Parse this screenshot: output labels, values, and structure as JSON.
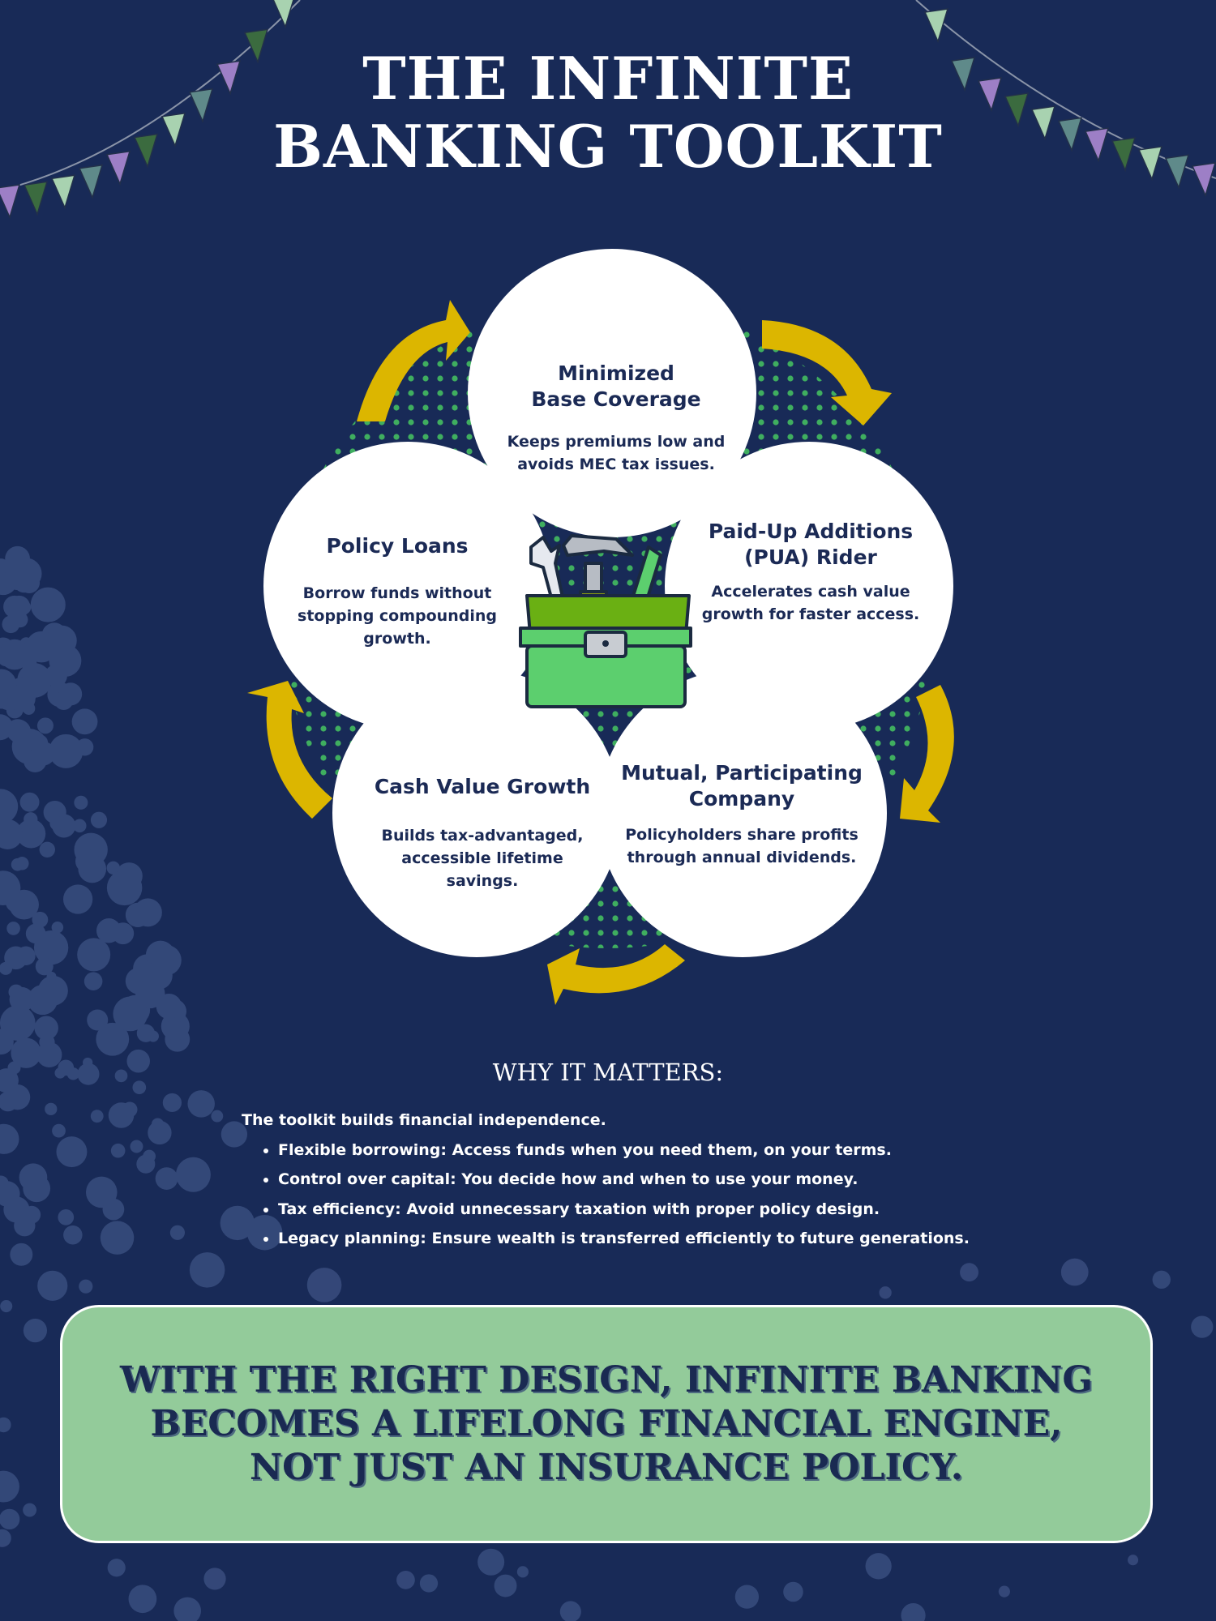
{
  "header": {
    "title_line1": "THE INFINITE",
    "title_line2": "BANKING TOOLKIT"
  },
  "toolkit": {
    "items": [
      {
        "title": "Minimized Base Coverage",
        "text": "Keeps premiums low and avoids MEC tax issues."
      },
      {
        "title": "Paid-Up Additions (PUA) Rider",
        "text": "Accelerates cash value growth for faster access."
      },
      {
        "title": "Mutual, Participating Company",
        "text": "Policyholders share profits through annual dividends."
      },
      {
        "title": "Cash Value Growth",
        "text": "Builds tax-advantaged, accessible lifetime savings."
      },
      {
        "title": "Policy Loans",
        "text": "Borrow funds without stopping compounding growth."
      }
    ],
    "center_icon": "toolbox-icon"
  },
  "why": {
    "heading": "WHY IT MATTERS:",
    "intro": "The toolkit builds financial independence.",
    "bullets": [
      "Flexible borrowing: Access funds when you need them, on your terms.",
      "Control over capital: You decide how and when to use your money.",
      "Tax efficiency: Avoid unnecessary taxation with proper policy design.",
      "Legacy planning: Ensure wealth is transferred efficiently to future generations."
    ]
  },
  "callout": {
    "text": "WITH THE RIGHT DESIGN, INFINITE BANKING BECOMES A LIFELONG FINANCIAL ENGINE, NOT JUST AN INSURANCE POLICY."
  },
  "colors": {
    "background": "#182a57",
    "accent_yellow": "#dcb600",
    "dot_green": "#3fae5f",
    "callout_bg": "#93cb9a",
    "text_dark": "#1b2a55"
  }
}
